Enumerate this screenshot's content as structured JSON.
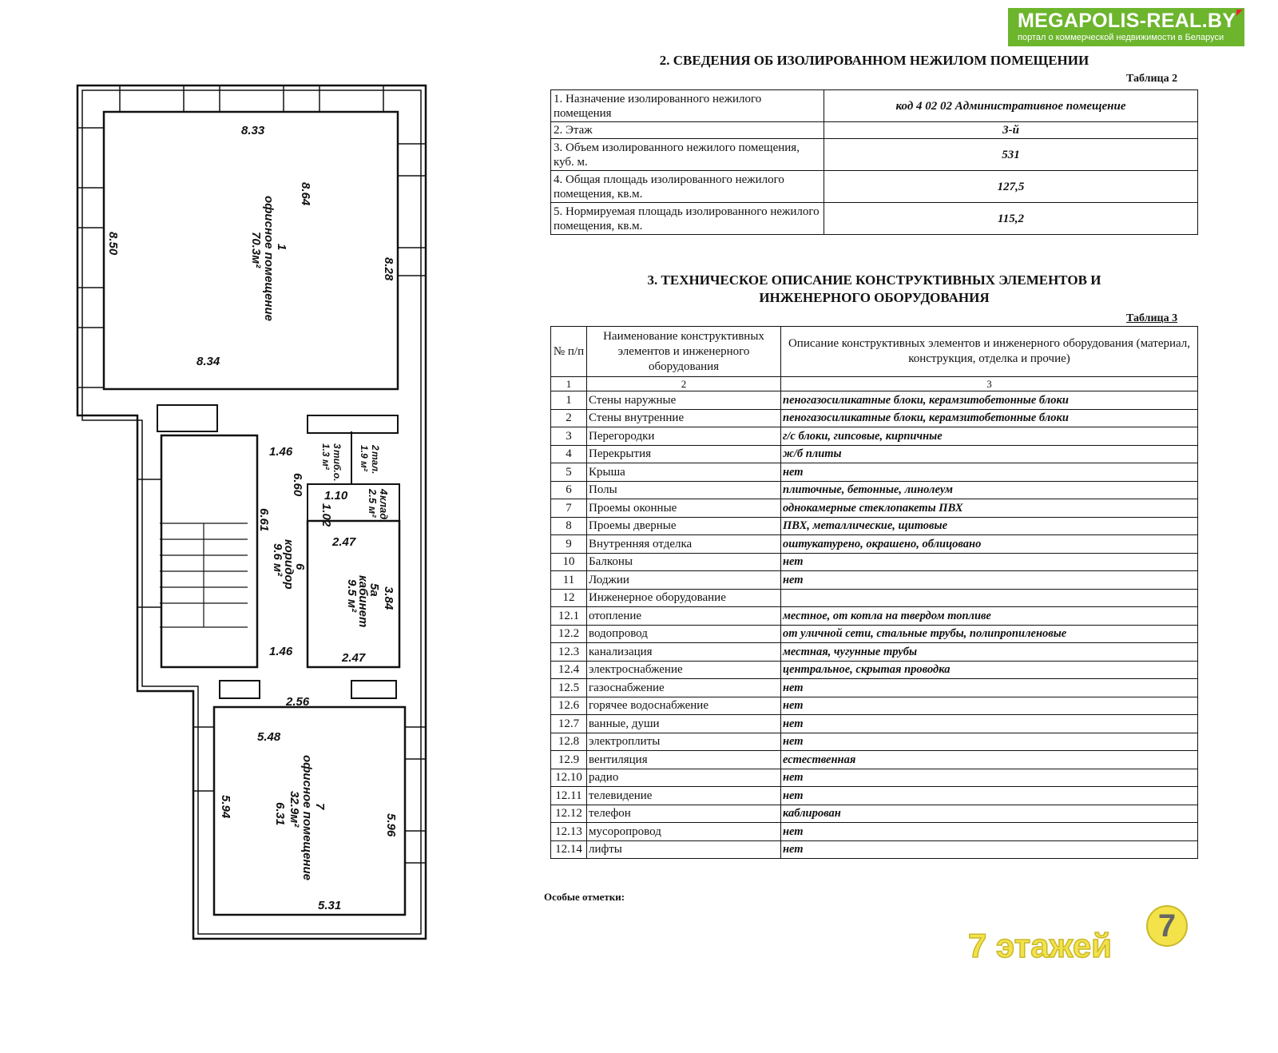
{
  "logo": {
    "title": "MEGAPOLIS-REAL.BY",
    "subtitle": "портал о коммерческой недвижимости в Беларуси"
  },
  "plan": {
    "rooms": [
      {
        "number": "1",
        "name": "офисное помещение",
        "area": "70.3м²"
      },
      {
        "number": "2",
        "name": "тал.",
        "area": "1.9 м²"
      },
      {
        "number": "3",
        "name": "тиб.о.",
        "area": "1.3 м²"
      },
      {
        "number": "4",
        "name": "клад.",
        "area": "2.5 м²"
      },
      {
        "number": "5а",
        "name": "кабинет",
        "area": "9.5 м²"
      },
      {
        "number": "6",
        "name": "коридор",
        "area": "9.6 м²"
      },
      {
        "number": "7",
        "name": "офисное помещение",
        "area": "32.9м²"
      }
    ],
    "dimensions": [
      "8.33",
      "8.64",
      "8.50",
      "8.28",
      "8.34",
      "1.46",
      "6.60",
      "1.10",
      "1.02",
      "6.61",
      "2.47",
      "3.84",
      "2.47",
      "1.46",
      "2.56",
      "5.48",
      "5.94",
      "6.31",
      "5.96",
      "5.31"
    ]
  },
  "section2": {
    "title": "2. СВЕДЕНИЯ ОБ ИЗОЛИРОВАННОМ НЕЖИЛОМ ПОМЕЩЕНИИ",
    "caption": "Таблица 2",
    "rows": [
      {
        "label": "1. Назначение изолированного нежилого помещения",
        "value": "код 4 02 02 Административное помещение"
      },
      {
        "label": "2. Этаж",
        "value": "3-й"
      },
      {
        "label": "3. Объем изолированного нежилого помещения, куб. м.",
        "value": "531"
      },
      {
        "label": "4. Общая площадь изолированного нежилого помещения, кв.м.",
        "value": "127,5"
      },
      {
        "label": "5. Нормируемая площадь изолированного нежилого помещения, кв.м.",
        "value": "115,2"
      }
    ]
  },
  "section3": {
    "title_line1": "3. ТЕХНИЧЕСКОЕ ОПИСАНИЕ КОНСТРУКТИВНЫХ ЭЛЕМЕНТОВ И",
    "title_line2": "ИНЖЕНЕРНОГО ОБОРУДОВАНИЯ",
    "caption": "Таблица 3",
    "headers": [
      "№ п/п",
      "Наименование конструктивных элементов и инженерного оборудования",
      "Описание конструктивных элементов и инженерного оборудования (материал, конструкция, отделка и прочие)"
    ],
    "column_numbers": [
      "1",
      "2",
      "3"
    ],
    "rows": [
      [
        "1",
        "Стены наружные",
        "пеногазосиликатные блоки, керамзитобетонные блоки"
      ],
      [
        "2",
        "Стены внутренние",
        "пеногазосиликатные блоки, керамзитобетонные блоки"
      ],
      [
        "3",
        "Перегородки",
        "г/с блоки, гипсовые, кирпичные"
      ],
      [
        "4",
        "Перекрытия",
        "ж/б плиты"
      ],
      [
        "5",
        "Крыша",
        "нет"
      ],
      [
        "6",
        "Полы",
        "плиточные, бетонные, линолеум"
      ],
      [
        "7",
        "Проемы оконные",
        "однокамерные стеклопакеты ПВХ"
      ],
      [
        "8",
        "Проемы дверные",
        "ПВХ, металлические, щитовые"
      ],
      [
        "9",
        "Внутренняя отделка",
        "оштукатурено, окрашено, облицовано"
      ],
      [
        "10",
        "Балконы",
        "нет"
      ],
      [
        "11",
        "Лоджии",
        "нет"
      ],
      [
        "12",
        "Инженерное оборудование",
        ""
      ],
      [
        "12.1",
        "отопление",
        "местное, от котла на твердом топливе"
      ],
      [
        "12.2",
        "водопровод",
        "от уличной сети, стальные трубы, полипропиленовые"
      ],
      [
        "12.3",
        "канализация",
        "местная, чугунные трубы"
      ],
      [
        "12.4",
        "электроснабжение",
        "центральное, скрытая проводка"
      ],
      [
        "12.5",
        "газоснабжение",
        "нет"
      ],
      [
        "12.6",
        "горячее водоснабжение",
        "нет"
      ],
      [
        "12.7",
        "ванные, души",
        "нет"
      ],
      [
        "12.8",
        "электроплиты",
        "нет"
      ],
      [
        "12.9",
        "вентиляция",
        "естественная"
      ],
      [
        "12.10",
        "радио",
        "нет"
      ],
      [
        "12.11",
        "телевидение",
        "нет"
      ],
      [
        "12.12",
        "телефон",
        "каблирован"
      ],
      [
        "12.13",
        "мусоропровод",
        "нет"
      ],
      [
        "12.14",
        "лифты",
        "нет"
      ]
    ],
    "notes_label": "Особые отметки:"
  },
  "watermark": {
    "text": "7 этажей",
    "badge": "7"
  }
}
